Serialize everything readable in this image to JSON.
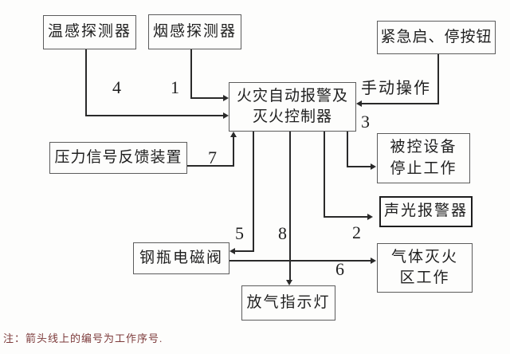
{
  "boxes": {
    "temp_detector": "温感探测器",
    "smoke_detector": "烟感探测器",
    "emergency_button": "紧急启、停按钮",
    "controller_line1": "火灾自动报警及",
    "controller_line2": "灭火控制器",
    "pressure_feedback": "压力信号反馈装置",
    "controlled_line1": "被控设备",
    "controlled_line2": "停止工作",
    "sound_light_alarm": "声光报警器",
    "cylinder_valve": "钢瓶电磁阀",
    "gas_zone_line1": "气体灭火",
    "gas_zone_line2": "区工作",
    "gas_indicator": "放气指示灯"
  },
  "edges": {
    "seq1": "1",
    "seq2": "2",
    "seq3": "3",
    "seq4": "4",
    "seq5": "5",
    "seq6": "6",
    "seq7": "7",
    "seq8": "8",
    "manual_operation": "手动操作"
  },
  "note": "注：箭头线上的编号为工作序号.",
  "colors": {
    "background": "#fdfdfc",
    "line": "#2a2a2a",
    "box_border": "#5c5c5c",
    "emphasis_border": "#1e1e1e",
    "text": "#1f1f1f",
    "note_text": "#7d3b3b"
  }
}
